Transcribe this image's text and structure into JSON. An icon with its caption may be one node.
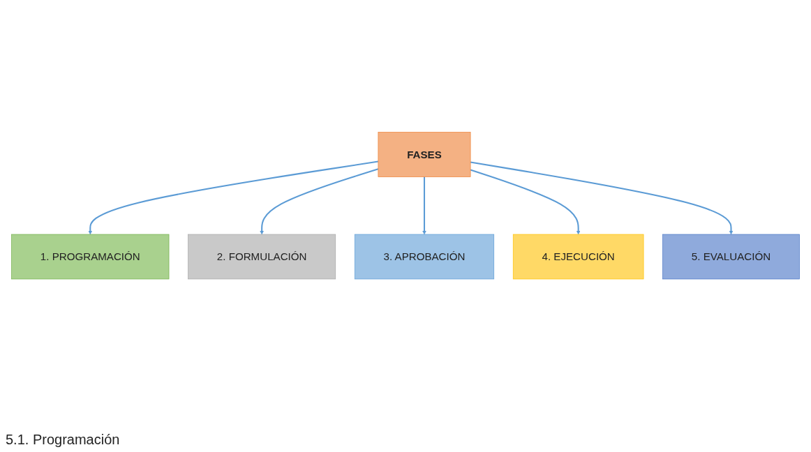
{
  "diagram": {
    "nodes": [
      {
        "text": [
          "FASES"
        ]
      },
      {
        "text": [
          "1. PROGRAMACIÓN"
        ]
      },
      {
        "text": [
          "2. FORMULACIÓN"
        ]
      },
      {
        "text": [
          "3. APROBACIÓN"
        ]
      },
      {
        "text": [
          "4. EJECUCIÓN"
        ]
      },
      {
        "text": [
          "5. EVALUACIÓN"
        ]
      }
    ],
    "edges": [
      {
        "from": 0,
        "to": 1,
        "arrow": "to"
      },
      {
        "from": 0,
        "to": 2,
        "arrow": "to"
      },
      {
        "from": 0,
        "to": 3,
        "arrow": "to"
      },
      {
        "from": 0,
        "to": 4,
        "arrow": "to"
      },
      {
        "from": 0,
        "to": 5,
        "arrow": "to"
      }
    ],
    "labels": [
      "5.1. Programación"
    ]
  }
}
